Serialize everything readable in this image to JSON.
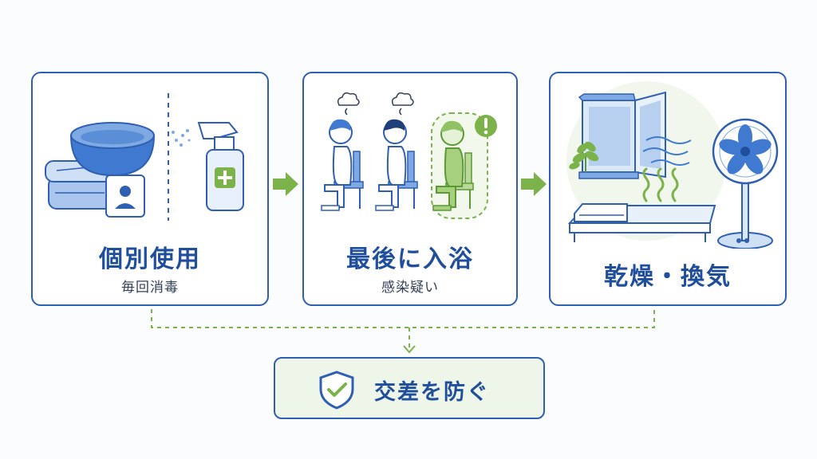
{
  "steps": [
    {
      "title": "個別使用",
      "subtitle": "毎回消毒"
    },
    {
      "title": "最後に入浴",
      "subtitle": "感染疑い"
    },
    {
      "title": "乾燥・換気"
    }
  ],
  "result": {
    "label": "交差を防ぐ"
  },
  "icons": {
    "step1": [
      "wash-basin-icon",
      "towel-icon",
      "name-tag-icon",
      "spray-bottle-icon"
    ],
    "step2": [
      "steam-icon",
      "seated-person-icon",
      "alert-icon"
    ],
    "step3": [
      "window-icon",
      "plant-icon",
      "bed-icon",
      "fan-icon"
    ],
    "result": "shield-check-icon"
  },
  "colors": {
    "primary_blue": "#2f5fb3",
    "accent_green": "#7bb24a",
    "light_blue": "#cfe0f6",
    "light_green": "#eef6ea"
  }
}
